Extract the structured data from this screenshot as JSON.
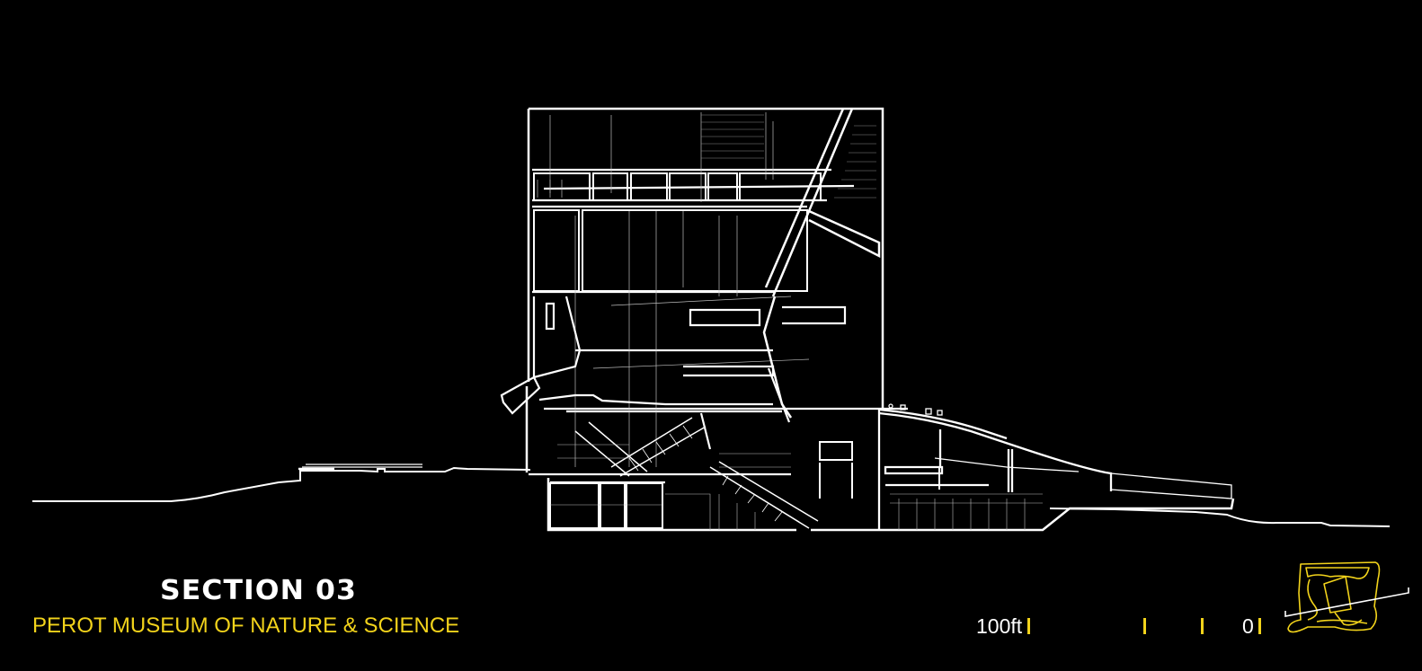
{
  "drawing": {
    "title": "SECTION 03",
    "subtitle": "PEROT MUSEUM OF NATURE & SCIENCE",
    "type": "architectural building section",
    "colors": {
      "background": "#000000",
      "linework": "#ffffff",
      "accent": "#f2d31b"
    }
  },
  "scale_bar": {
    "start_label": "100ft",
    "end_label": "0",
    "tick_count": 4,
    "tick_color": "#f2d31b"
  },
  "key_plan": {
    "icon": "site-key-plan-icon",
    "section_cut_line": "section-cut-marker"
  }
}
